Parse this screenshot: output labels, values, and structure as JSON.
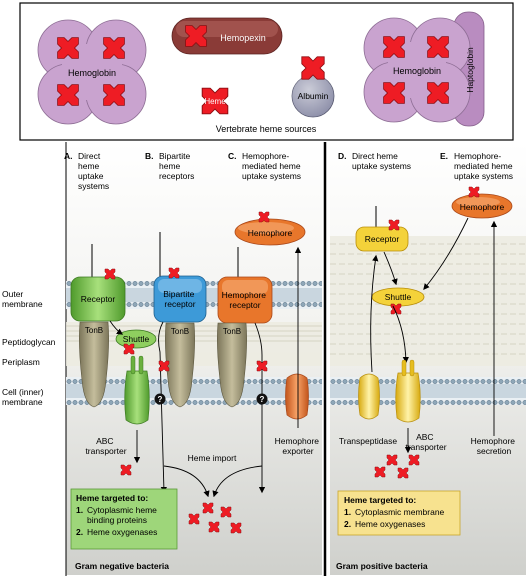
{
  "sources": {
    "caption": "Vertebrate heme sources",
    "hemoglobin_left": "Hemoglobin",
    "hemopexin": "Hemopexin",
    "heme": "Heme",
    "albumin": "Albumin",
    "hemoglobin_right": "Hemoglobin",
    "haptoglobin": "Haptoglobin"
  },
  "columns": {
    "a": {
      "letter": "A.",
      "lines": [
        "Direct",
        "heme",
        "uptake",
        "systems"
      ]
    },
    "b": {
      "letter": "B.",
      "lines": [
        "Bipartite",
        "heme",
        "receptors"
      ]
    },
    "c": {
      "letter": "C.",
      "lines": [
        "Hemophore-",
        "mediated heme",
        "uptake systems"
      ]
    },
    "d": {
      "letter": "D.",
      "lines": [
        "Direct heme",
        "uptake systems"
      ]
    },
    "e": {
      "letter": "E.",
      "lines": [
        "Hemophore-",
        "mediated heme",
        "uptake systems"
      ]
    }
  },
  "layers": {
    "outer_membrane": [
      "Outer",
      "membrane"
    ],
    "peptidoglycan": [
      "Peptidoglycan"
    ],
    "periplasm": [
      "Periplasm"
    ],
    "cell_membrane": [
      "Cell (inner)",
      "membrane"
    ]
  },
  "proteins": {
    "receptor_a": "Receptor",
    "bipartite": [
      "Bipartite",
      "receptor"
    ],
    "hemophore_receptor": [
      "Hemophore",
      "receptor"
    ],
    "hemophore_c": "Hemophore",
    "tonb": "TonB",
    "shuttle_a": "Shuttle",
    "receptor_d": "Receptor",
    "shuttle_d": "Shuttle",
    "hemophore_e": "Hemophore",
    "question_mark": "?"
  },
  "labels": {
    "abc_left": [
      "ABC",
      "transporter"
    ],
    "heme_import": "Heme import",
    "hemophore_exporter": [
      "Hemophore",
      "exporter"
    ],
    "transpeptidase": "Transpeptidase",
    "abc_right": [
      "ABC",
      "transporter"
    ],
    "hemophore_secretion": [
      "Hemophore",
      "secretion"
    ]
  },
  "boxes": {
    "negative": {
      "title": "Heme targeted to:",
      "items": [
        {
          "num": "1.",
          "text": [
            "Cytoplasmic heme",
            "binding proteins"
          ]
        },
        {
          "num": "2.",
          "text": [
            "Heme oxygenases"
          ]
        }
      ]
    },
    "positive": {
      "title": "Heme targeted to:",
      "items": [
        {
          "num": "1.",
          "text": [
            "Cytoplasmic membrane"
          ]
        },
        {
          "num": "2.",
          "text": [
            "Heme oxygenases"
          ]
        }
      ]
    }
  },
  "bottom": {
    "gram_negative": "Gram negative bacteria",
    "gram_positive": "Gram positive bacteria"
  },
  "colors": {
    "heme_red": "#ee1c24",
    "hemoglobin_purple": "#c9a3cf",
    "haptoglobin_purple": "#b98cc0",
    "hemopexin_brown": "#8a3b37",
    "albumin_gray": "#8c8ea8",
    "receptor_green": "#7dbf4e",
    "bipartite_blue": "#3d9ad8",
    "hemophore_orange": "#e8762b",
    "tonb_olive": "#a29b7a",
    "gp_yellow": "#f4d23a",
    "panel_gray": "#d7d8d5",
    "box_green": "#9ed67a",
    "box_yellow": "#f7e28f"
  }
}
